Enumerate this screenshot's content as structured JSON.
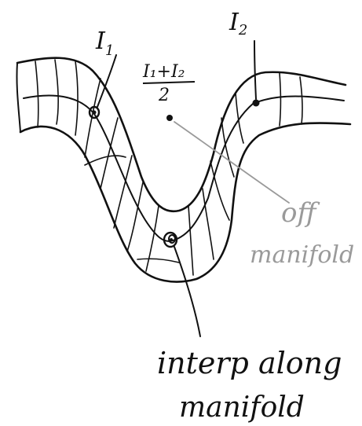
{
  "labels": {
    "i1": "I",
    "i1_sub": "1",
    "i2": "I",
    "i2_sub": "2",
    "midpoint_numerator": "I₁+I₂",
    "midpoint_denominator": "2",
    "off_line1": "off",
    "off_line2": "manifold",
    "interp_line1": "interp along",
    "interp_line2": "manifold"
  },
  "colors": {
    "ink": "#111111",
    "annotation_gray": "#9a9a9a"
  }
}
